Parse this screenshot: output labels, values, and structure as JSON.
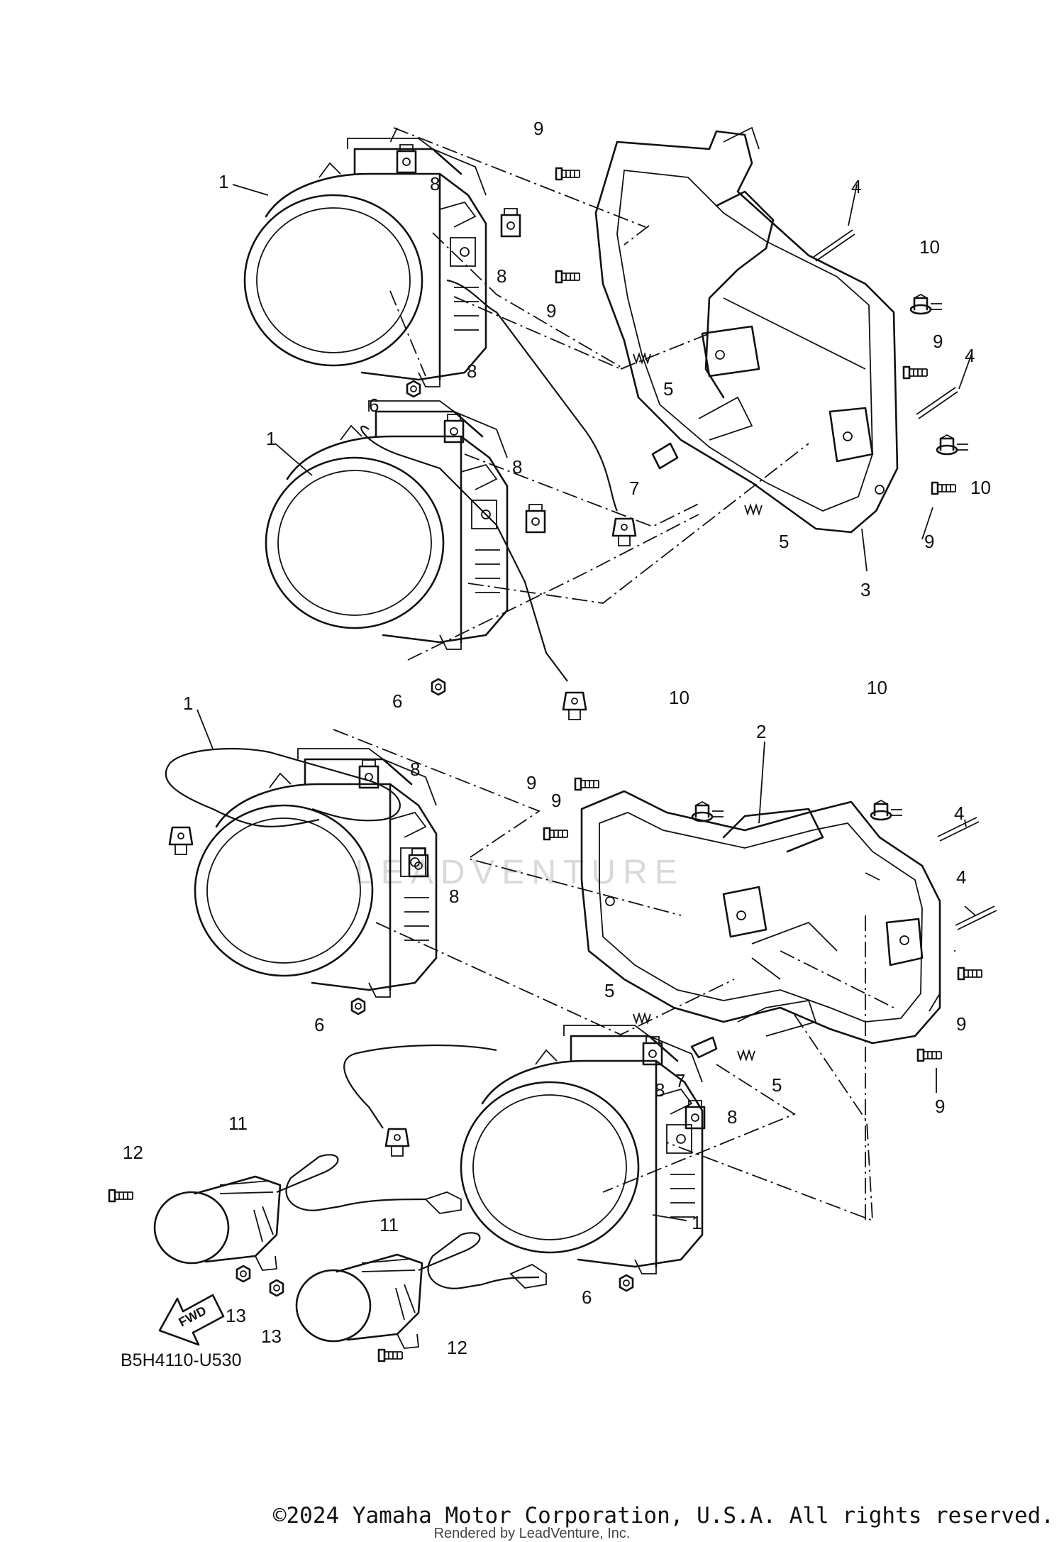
{
  "diagram": {
    "part_code": "B5H4110-U530",
    "fwd_label": "FWD",
    "watermark": "LEADVENTURE",
    "callouts": {
      "c1a": "1",
      "c1b": "1",
      "c1c": "1",
      "c1d": "1",
      "c2": "2",
      "c3": "3",
      "c4a": "4",
      "c4b": "4",
      "c4c": "4",
      "c4d": "4",
      "c5a": "5",
      "c5b": "5",
      "c5c": "5",
      "c5d": "5",
      "c6a": "6",
      "c6b": "6",
      "c6c": "6",
      "c6d": "6",
      "c7a": "7",
      "c7b": "7",
      "c8a": "8",
      "c8b": "8",
      "c8c": "8",
      "c8d": "8",
      "c8e": "8",
      "c8f": "8",
      "c8g": "8",
      "c8h": "8",
      "c9a": "9",
      "c9b": "9",
      "c9c": "9",
      "c9d": "9",
      "c9e": "9",
      "c9f": "9",
      "c9g": "9",
      "c9h": "9",
      "c10a": "10",
      "c10b": "10",
      "c10c": "10",
      "c10d": "10",
      "c11a": "11",
      "c11b": "11",
      "c12a": "12",
      "c12b": "12",
      "c13a": "13",
      "c13b": "13"
    }
  },
  "footer": {
    "copyright": "©2024 Yamaha Motor Corporation, U.S.A. All rights reserved.",
    "rendered_by": "Rendered by LeadVenture, Inc."
  }
}
